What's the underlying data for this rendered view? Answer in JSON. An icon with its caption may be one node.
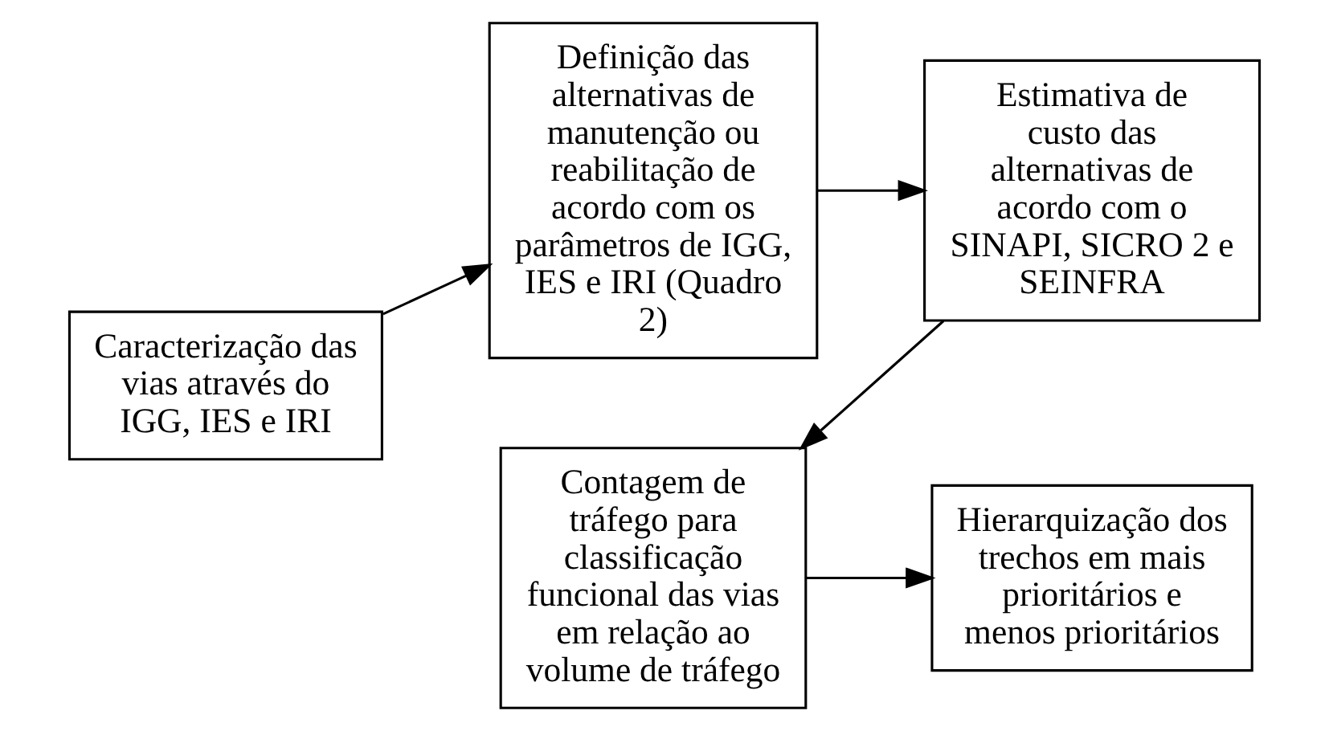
{
  "diagram": {
    "nodes": [
      {
        "text": [
          "Caracterização das vias através do IGG, IES e IRI"
        ]
      },
      {
        "text": [
          "Definição das alternativas de manutenção ou reabilitação de acordo com os parâmetros de IGG, IES e IRI (Quadro 2)"
        ]
      },
      {
        "text": [
          "Estimativa de custo das alternativas de acordo com o SINAPI, SICRO 2 e SEINFRA"
        ]
      },
      {
        "text": [
          "Contagem de tráfego para classificação funcional das vias em relação ao volume de tráfego"
        ]
      },
      {
        "text": [
          "Hierarquização dos trechos em mais prioritários e menos prioritários"
        ]
      }
    ],
    "edges": [
      {
        "from": 0,
        "to": 1,
        "arrow": "to"
      },
      {
        "from": 1,
        "to": 2,
        "arrow": "to"
      },
      {
        "from": 2,
        "to": 3,
        "arrow": "to"
      },
      {
        "from": 3,
        "to": 4,
        "arrow": "to"
      }
    ]
  }
}
